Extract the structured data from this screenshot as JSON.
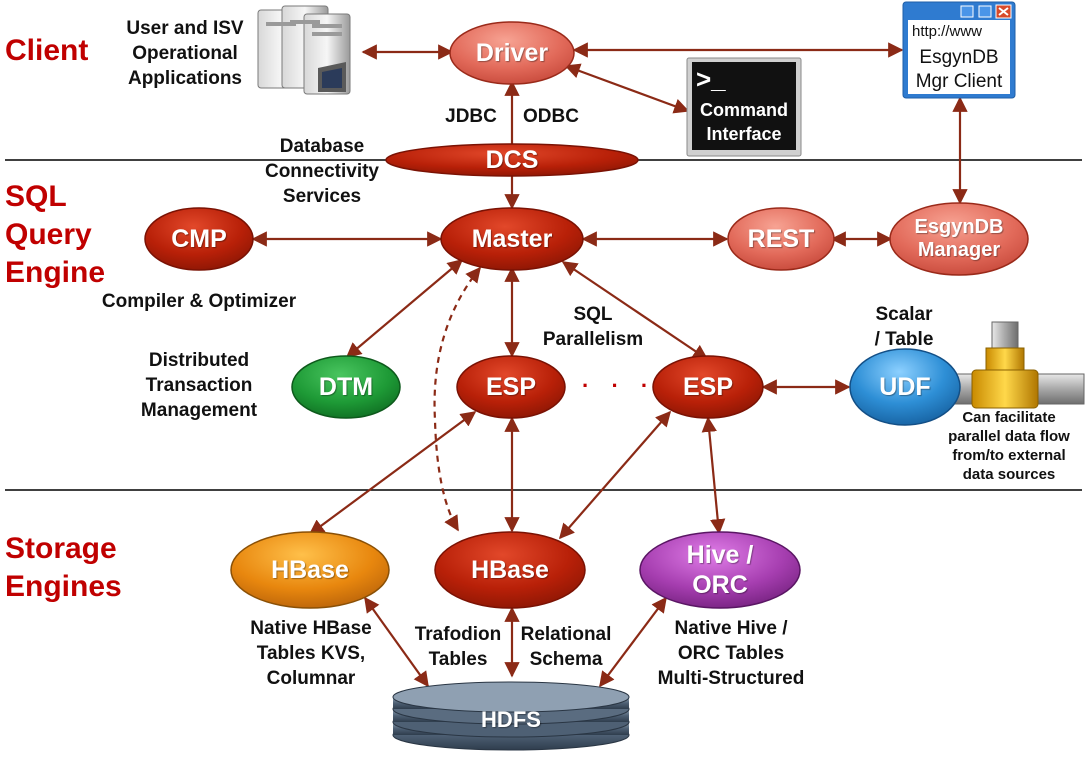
{
  "sections": {
    "client": "Client",
    "sql": "SQL\nQuery\nEngine",
    "storage": "Storage\nEngines"
  },
  "nodes": {
    "driver": "Driver",
    "dcs": "DCS",
    "master": "Master",
    "cmp": "CMP",
    "rest": "REST",
    "esgyndb_manager": "EsgynDB\nManager",
    "dtm": "DTM",
    "esp_left": "ESP",
    "esp_right": "ESP",
    "udf": "UDF",
    "hbase_native": "HBase",
    "hbase_trafodion": "HBase",
    "hive_orc": "Hive /\nORC",
    "hdfs": "HDFS"
  },
  "labels": {
    "user_apps": "User and ISV\nOperational\nApplications",
    "jdbc": "JDBC",
    "odbc": "ODBC",
    "dcs_desc": "Database\nConnectivity\nServices",
    "compiler": "Compiler & Optimizer",
    "dtm_desc": "Distributed\nTransaction\nManagement",
    "sql_parallelism": "SQL\nParallelism",
    "scalar_table": "Scalar\n/ Table",
    "udf_desc": "Can facilitate\nparallel data flow\nfrom/to external\ndata sources",
    "native_hbase": "Native HBase\nTables KVS,\nColumnar",
    "trafodion_tables": "Trafodion\nTables",
    "relational_schema": "Relational\nSchema",
    "native_hive": "Native Hive /\nORC Tables\nMulti-Structured"
  },
  "mgr_client": {
    "url": "http://www",
    "line1": "EsgynDB",
    "line2": "Mgr Client"
  },
  "command_interface": {
    "prompt": ">_",
    "label": "Command\nInterface"
  },
  "colors": {
    "section_title": "#c00000",
    "arrow": "#8b2a16",
    "red_node": "#b82008",
    "salmon_node": "#e26a5a",
    "green_node": "#1e9a36",
    "blue_node": "#2e8fd6",
    "orange_node": "#e8870e",
    "purple_node": "#a63eb0",
    "hdfs": "#5c6e82"
  }
}
